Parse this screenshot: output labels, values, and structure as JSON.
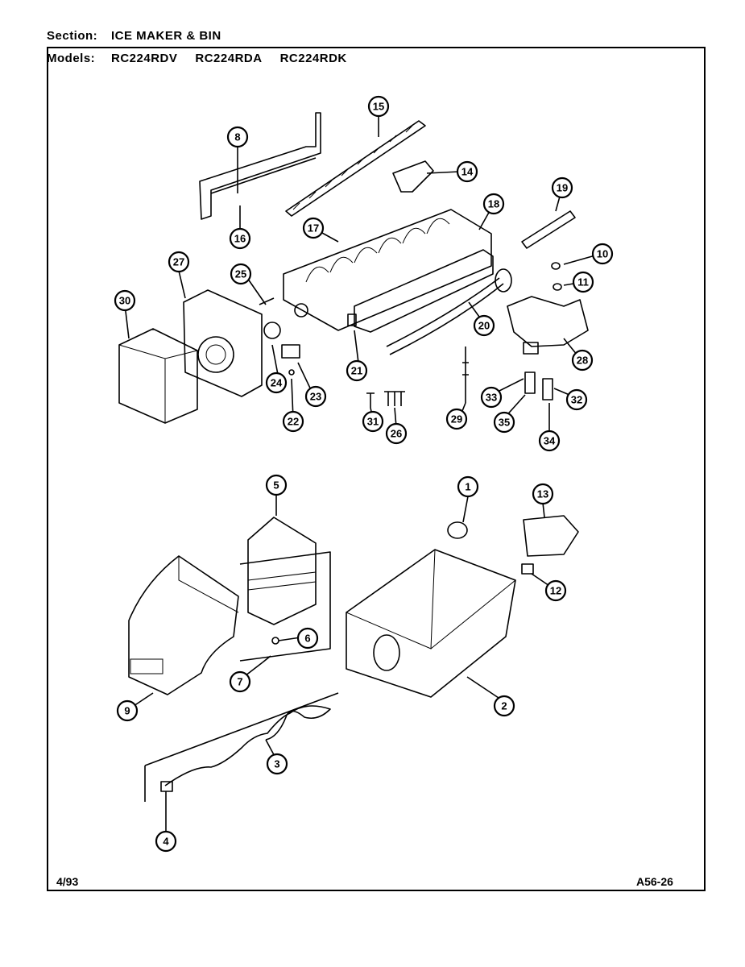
{
  "header": {
    "section_label": "Section:",
    "section_value": "ICE MAKER & BIN",
    "models_label": "Models:",
    "models": [
      "RC224RDV",
      "RC224RDA",
      "RC224RDK"
    ]
  },
  "footer": {
    "date": "4/93",
    "code": "A56-26"
  },
  "callouts": [
    "1",
    "2",
    "3",
    "4",
    "5",
    "6",
    "6",
    "7",
    "8",
    "9",
    "10",
    "11",
    "12",
    "13",
    "14",
    "15",
    "16",
    "17",
    "18",
    "19",
    "20",
    "21",
    "22",
    "23",
    "24",
    "25",
    "26",
    "27",
    "28",
    "29",
    "30",
    "31",
    "32",
    "33",
    "34",
    "35"
  ]
}
